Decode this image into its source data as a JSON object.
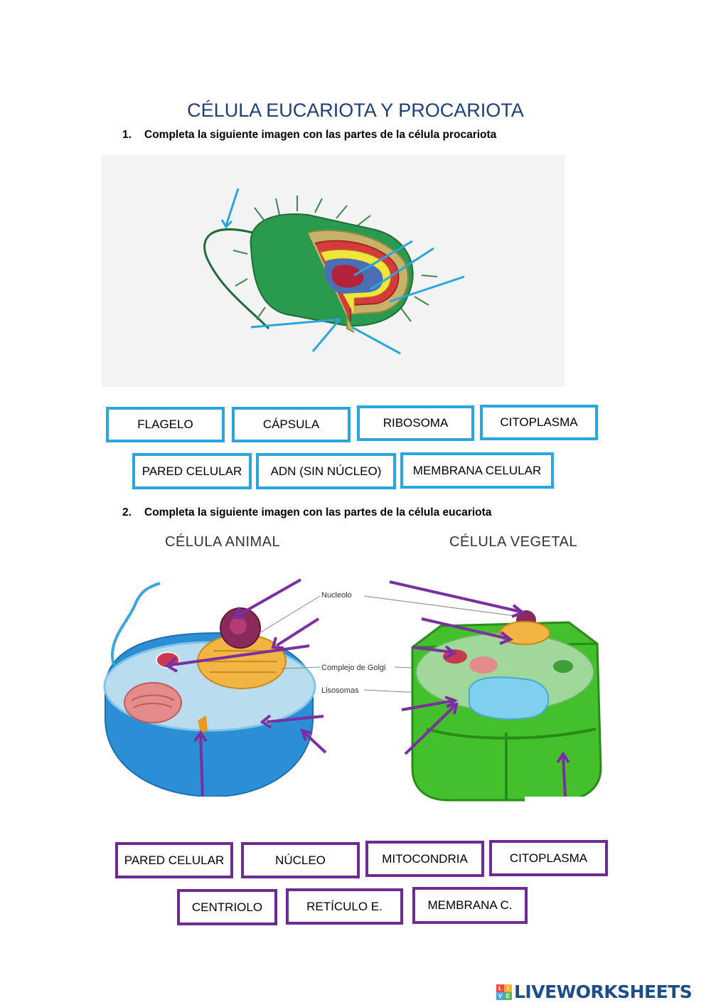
{
  "title": "CÉLULA EUCARIOTA Y PROCARIOTA",
  "q1": {
    "num": "1.",
    "text": "Completa la siguiente imagen con las partes de la célula procariota"
  },
  "q1_boxes": [
    "FLAGELO",
    "CÁPSULA",
    "RIBOSOMA",
    "CITOPLASMA",
    "PARED CELULAR",
    "ADN (SIN NÚCLEO)",
    "MEMBRANA CELULAR"
  ],
  "q2": {
    "num": "2.",
    "text": "Completa la siguiente imagen con las partes de la célula eucariota"
  },
  "q2_titles": {
    "animal": "CÉLULA ANIMAL",
    "vegetal": "CÉLULA VEGETAL"
  },
  "q2_diagram_labels": {
    "nucleolo": "Nucleolo",
    "golgi": "Complejo de Golgi",
    "lisosomas": "Lisosomas"
  },
  "q2_boxes": [
    "PARED CELULAR",
    "NÚCLEO",
    "MITOCONDRIA",
    "CITOPLASMA",
    "CENTRIOLO",
    "RETÍCULO E.",
    "MEMBRANA C."
  ],
  "footer": {
    "brand": "LIVEWORKSHEETS"
  },
  "colors": {
    "blue_border": "#2aa6df",
    "purple_border": "#6e2c91",
    "title": "#1f3e79"
  }
}
